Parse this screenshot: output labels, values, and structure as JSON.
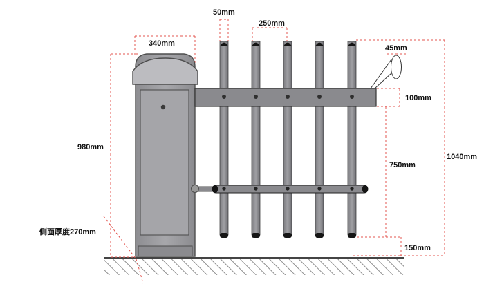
{
  "dimensions": {
    "post_spacing": "50mm",
    "picket_spacing": "250mm",
    "cabinet_width": "340mm",
    "picket_diameter": "45mm",
    "top_bar_height": "100mm",
    "cabinet_height": "980mm",
    "picket_span": "750mm",
    "total_height": "1040mm",
    "bottom_clearance": "150mm",
    "side_thickness": "侧面厚度270mm"
  },
  "colors": {
    "picket_fill": "#8f8f93",
    "picket_cap": "#151515",
    "bar_fill": "#8a8a8e",
    "cabinet_fill": "#9b9b9f",
    "cabinet_edge": "#555555",
    "dimension_line": "#e3544f",
    "ground_hatch": "#777777"
  }
}
